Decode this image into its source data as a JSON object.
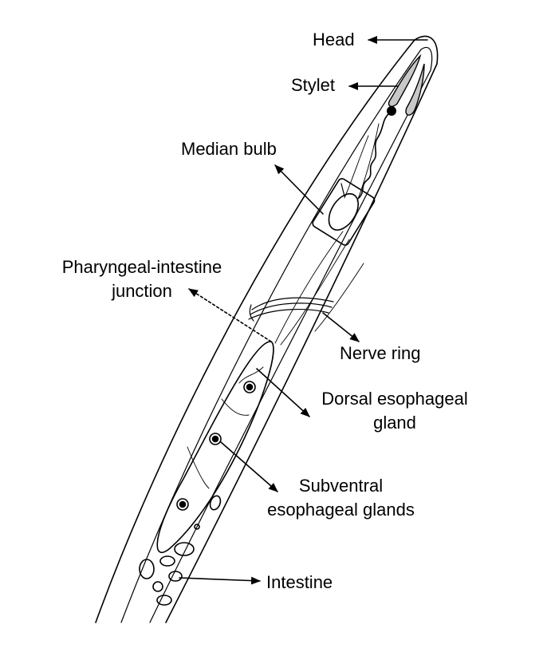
{
  "labels": {
    "head": "Head",
    "stylet": "Stylet",
    "median_bulb": "Median bulb",
    "pij_line1": "Pharyngeal-intestine",
    "pij_line2": "junction",
    "nerve_ring": "Nerve ring",
    "dorsal_line1": "Dorsal esophageal",
    "dorsal_line2": "gland",
    "subventral_line1": "Subventral",
    "subventral_line2": "esophageal glands",
    "intestine": "Intestine"
  },
  "colors": {
    "line": "#000000",
    "stylet_fill": "#c8c8c8",
    "background": "#ffffff"
  }
}
